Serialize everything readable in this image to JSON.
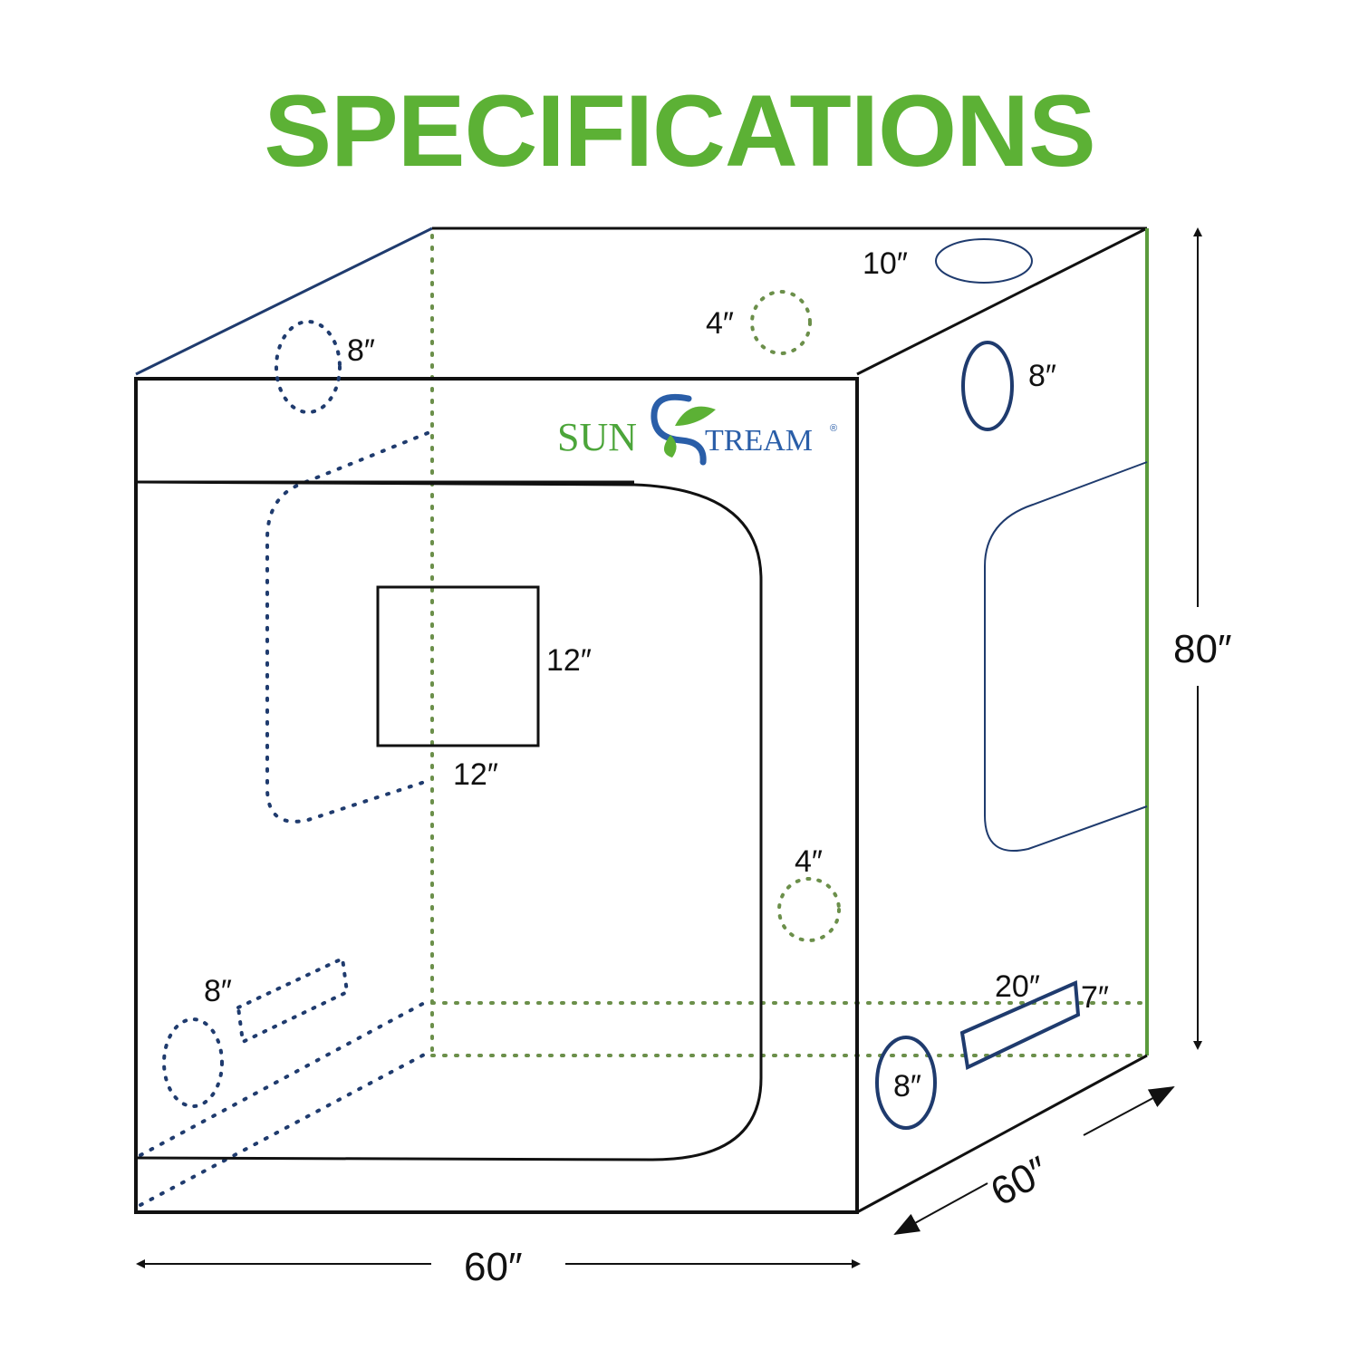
{
  "title": "SPECIFICATIONS",
  "brand": {
    "text": "SunStream",
    "display_sun": "SUN",
    "display_tream": "TREAM",
    "registered": "®",
    "logo_icon": "sunstream-leaf-s-logo-icon"
  },
  "colors": {
    "title_green": "#5cb135",
    "outline": "#111111",
    "navy": "#1f3b6e",
    "dotted_green": "#6b8f4a",
    "edge_green": "#5a9a3c",
    "logo_blue": "#2a5ea8"
  },
  "dimensions": {
    "width": "60″",
    "depth": "60″",
    "height": "80″"
  },
  "ports": {
    "top_front_left_vent": "8″",
    "top_middle_vent": "4″",
    "top_back_right_vent": "10″",
    "side_upper_vent": "8″",
    "inner_window_width": "12″",
    "inner_window_height": "12″",
    "side_lower_small_vent": "4″",
    "bottom_left_vent": "8″",
    "side_bottom_vent": "8″",
    "side_slot_width": "20″",
    "side_slot_height": "7″"
  }
}
